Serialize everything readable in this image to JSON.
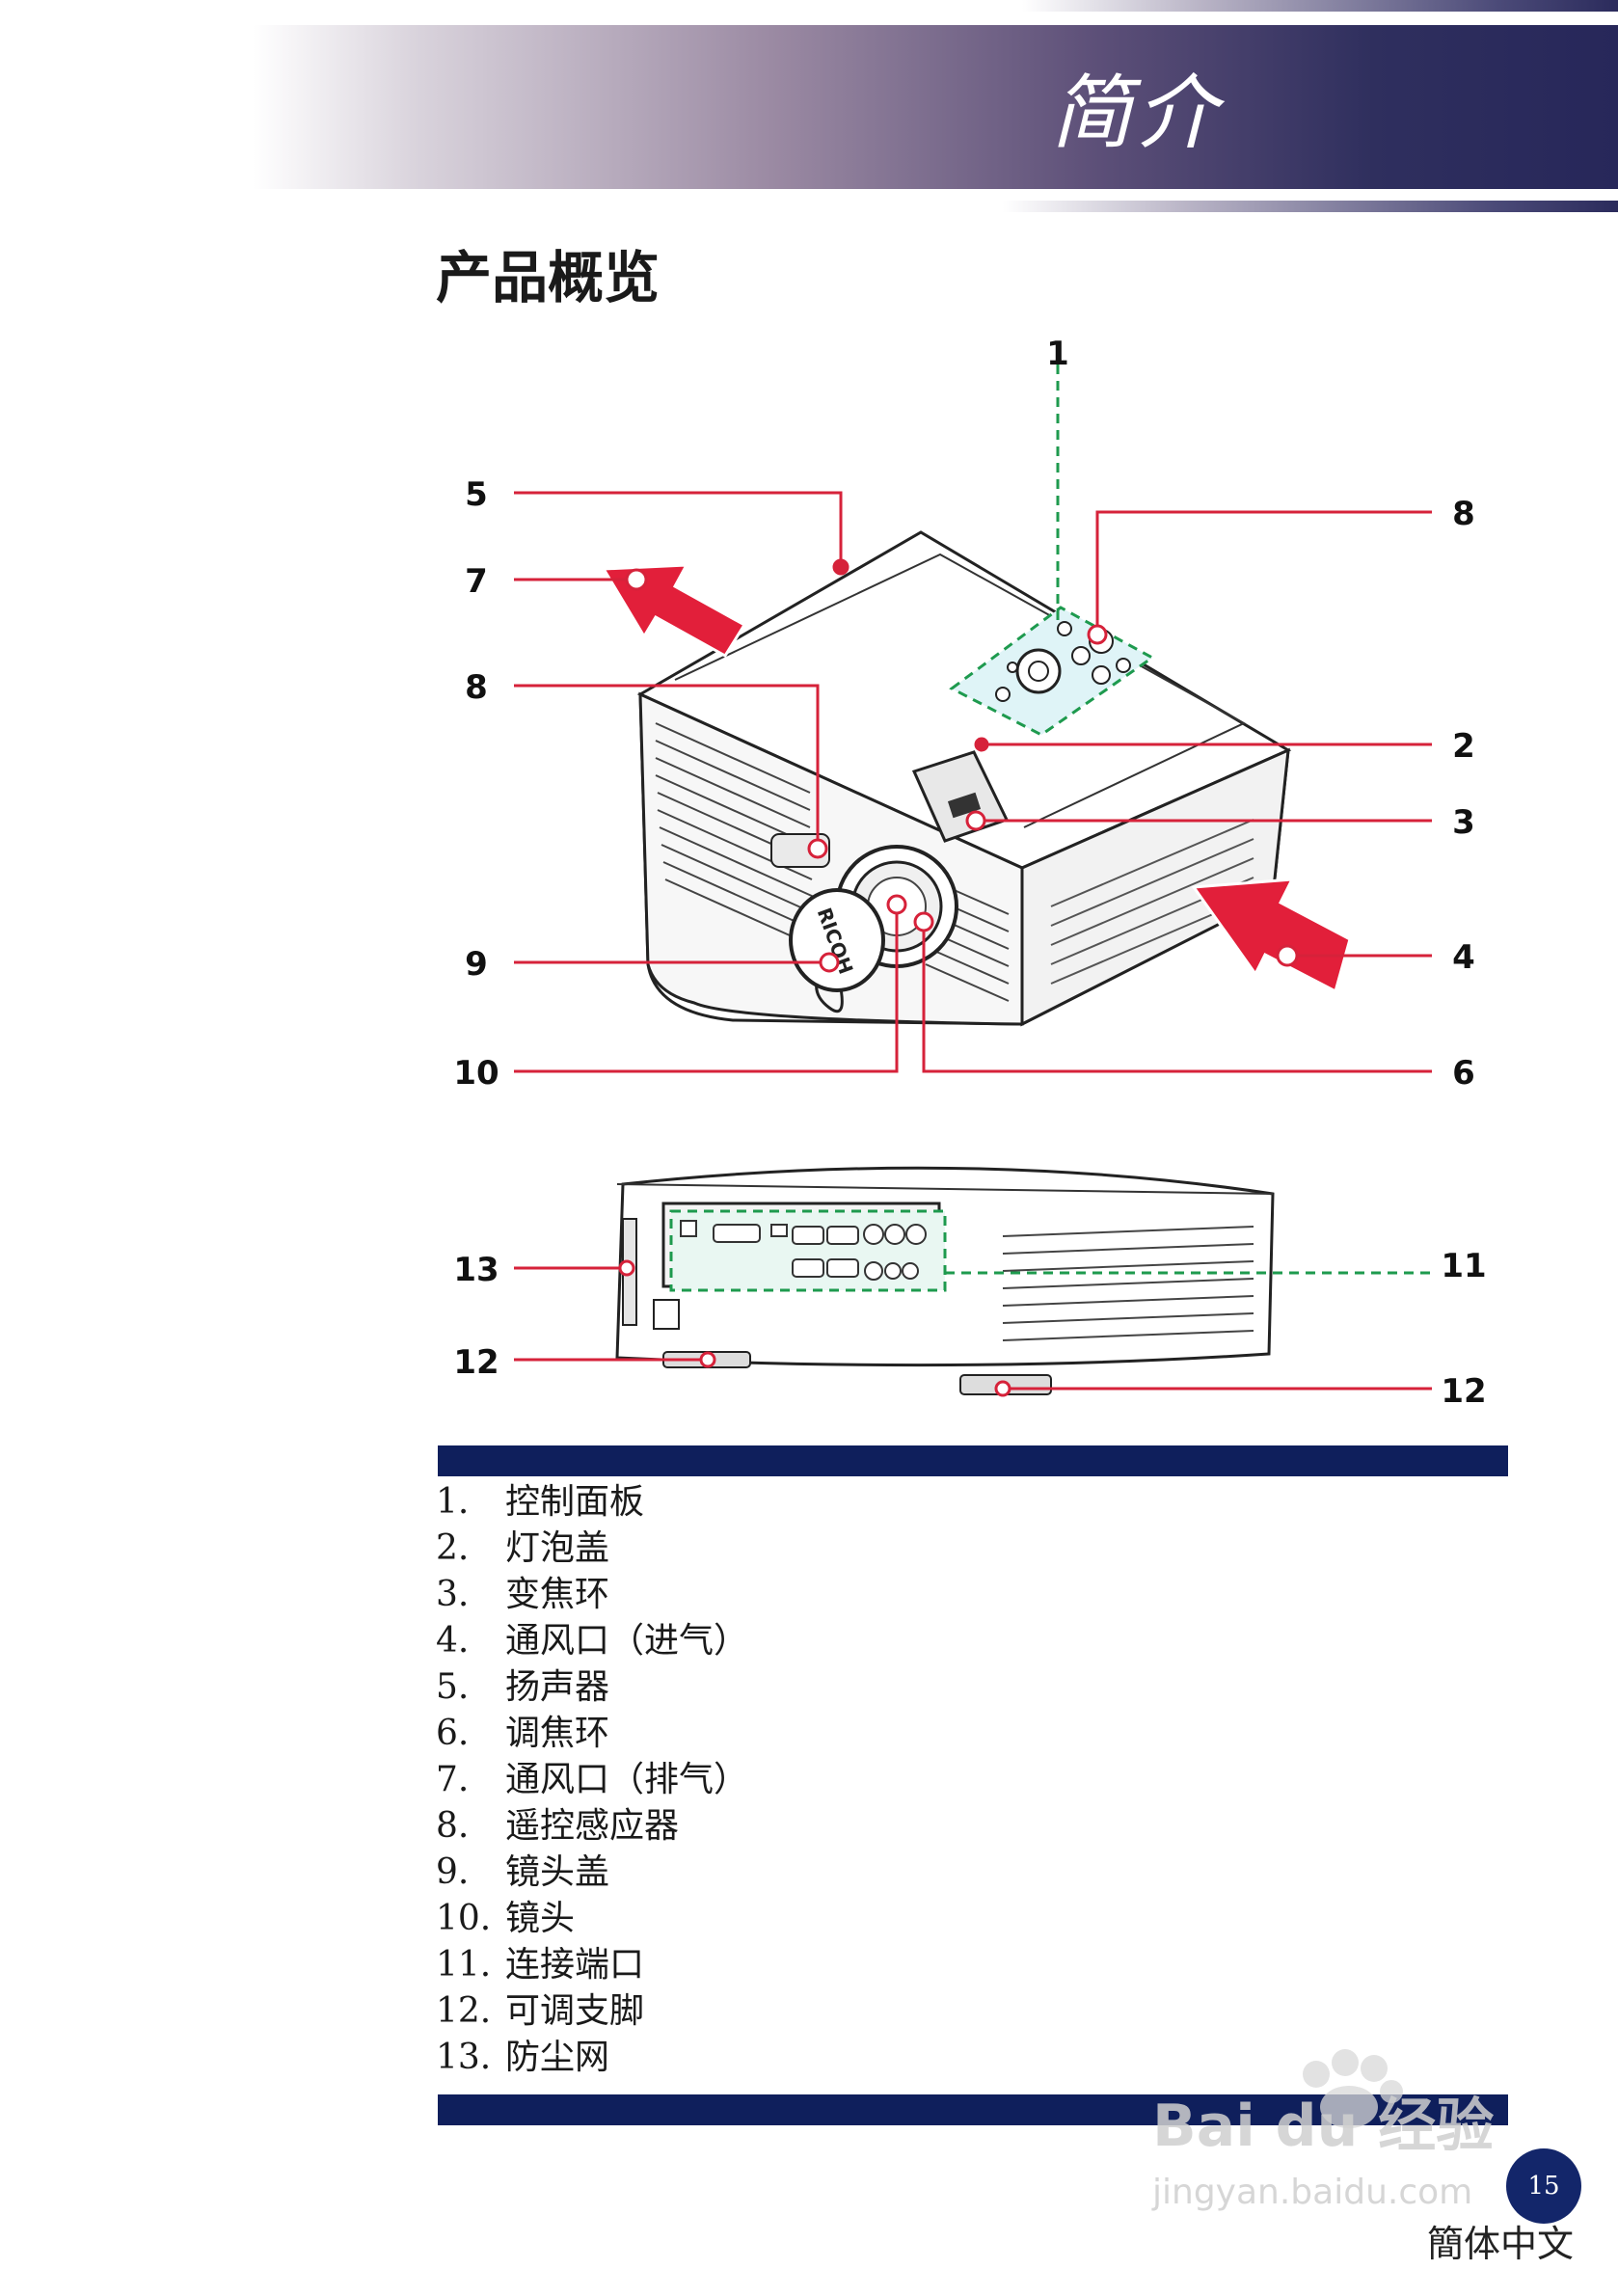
{
  "header": {
    "chapter_title": "简介",
    "section_title": "产品概览"
  },
  "diagram": {
    "callouts_front": [
      "1",
      "5",
      "7",
      "8",
      "2",
      "3",
      "4",
      "9",
      "10",
      "6",
      "8"
    ],
    "callouts_rear": [
      "13",
      "11",
      "12",
      "12"
    ],
    "lens_cap_brand": "RICOH",
    "colors": {
      "leader_red": "#d6223a",
      "dashed_green": "#1e9a4e",
      "panel_fill": "#dff4f7"
    }
  },
  "parts": [
    {
      "num": "1.",
      "label": "控制面板"
    },
    {
      "num": "2.",
      "label": "灯泡盖"
    },
    {
      "num": "3.",
      "label": "变焦环"
    },
    {
      "num": "4.",
      "label": "通风口（进气）"
    },
    {
      "num": "5.",
      "label": "扬声器"
    },
    {
      "num": "6.",
      "label": "调焦环"
    },
    {
      "num": "7.",
      "label": "通风口（排气）"
    },
    {
      "num": "8.",
      "label": "遥控感应器"
    },
    {
      "num": "9.",
      "label": "镜头盖"
    },
    {
      "num": "10.",
      "label": "镜头"
    },
    {
      "num": "11.",
      "label": "连接端口"
    },
    {
      "num": "12.",
      "label": "可调支脚"
    },
    {
      "num": "13.",
      "label": "防尘网"
    }
  ],
  "footer": {
    "page_number": "15",
    "language": "簡体中文",
    "watermark_main": "Bai du 经验",
    "watermark_sub": "jingyan.baidu.com"
  }
}
